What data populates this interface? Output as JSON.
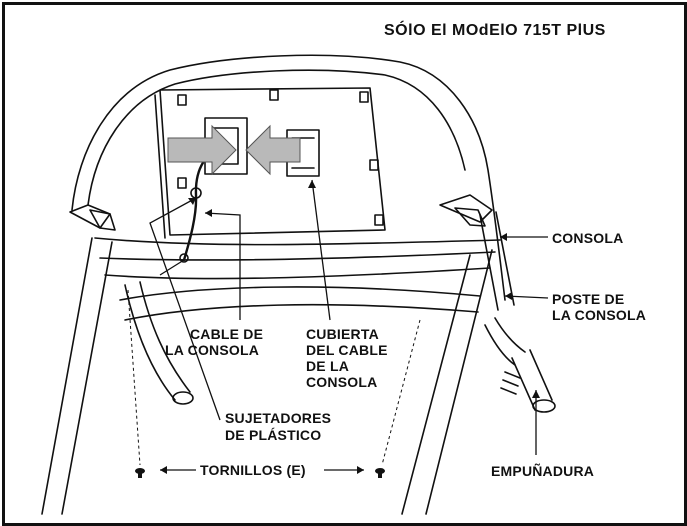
{
  "title": "SÓlO El MOdElO 715T PlUS",
  "labels": {
    "consola": "CONSOLA",
    "poste_line1": "POSTE DE",
    "poste_line2": "LA CONSOLA",
    "cable_line1": "CABLE DE",
    "cable_line2": "LA CONSOLA",
    "cubierta_line1": "CUBIERTA",
    "cubierta_line2": "DEL CABLE",
    "cubierta_line3": "DE LA",
    "cubierta_line4": "CONSOLA",
    "sujetadores_line1": "SUJETADORES",
    "sujetadores_line2": "DE PLÁSTICO",
    "tornillos": "TORNILLOS (E)",
    "empunadura": "EMPUÑADURA"
  },
  "colors": {
    "ink": "#111111",
    "arrow_fill": "#b9b9b9"
  },
  "icons": [
    "arrow-left-icon",
    "arrow-right-icon",
    "screw-icon"
  ]
}
